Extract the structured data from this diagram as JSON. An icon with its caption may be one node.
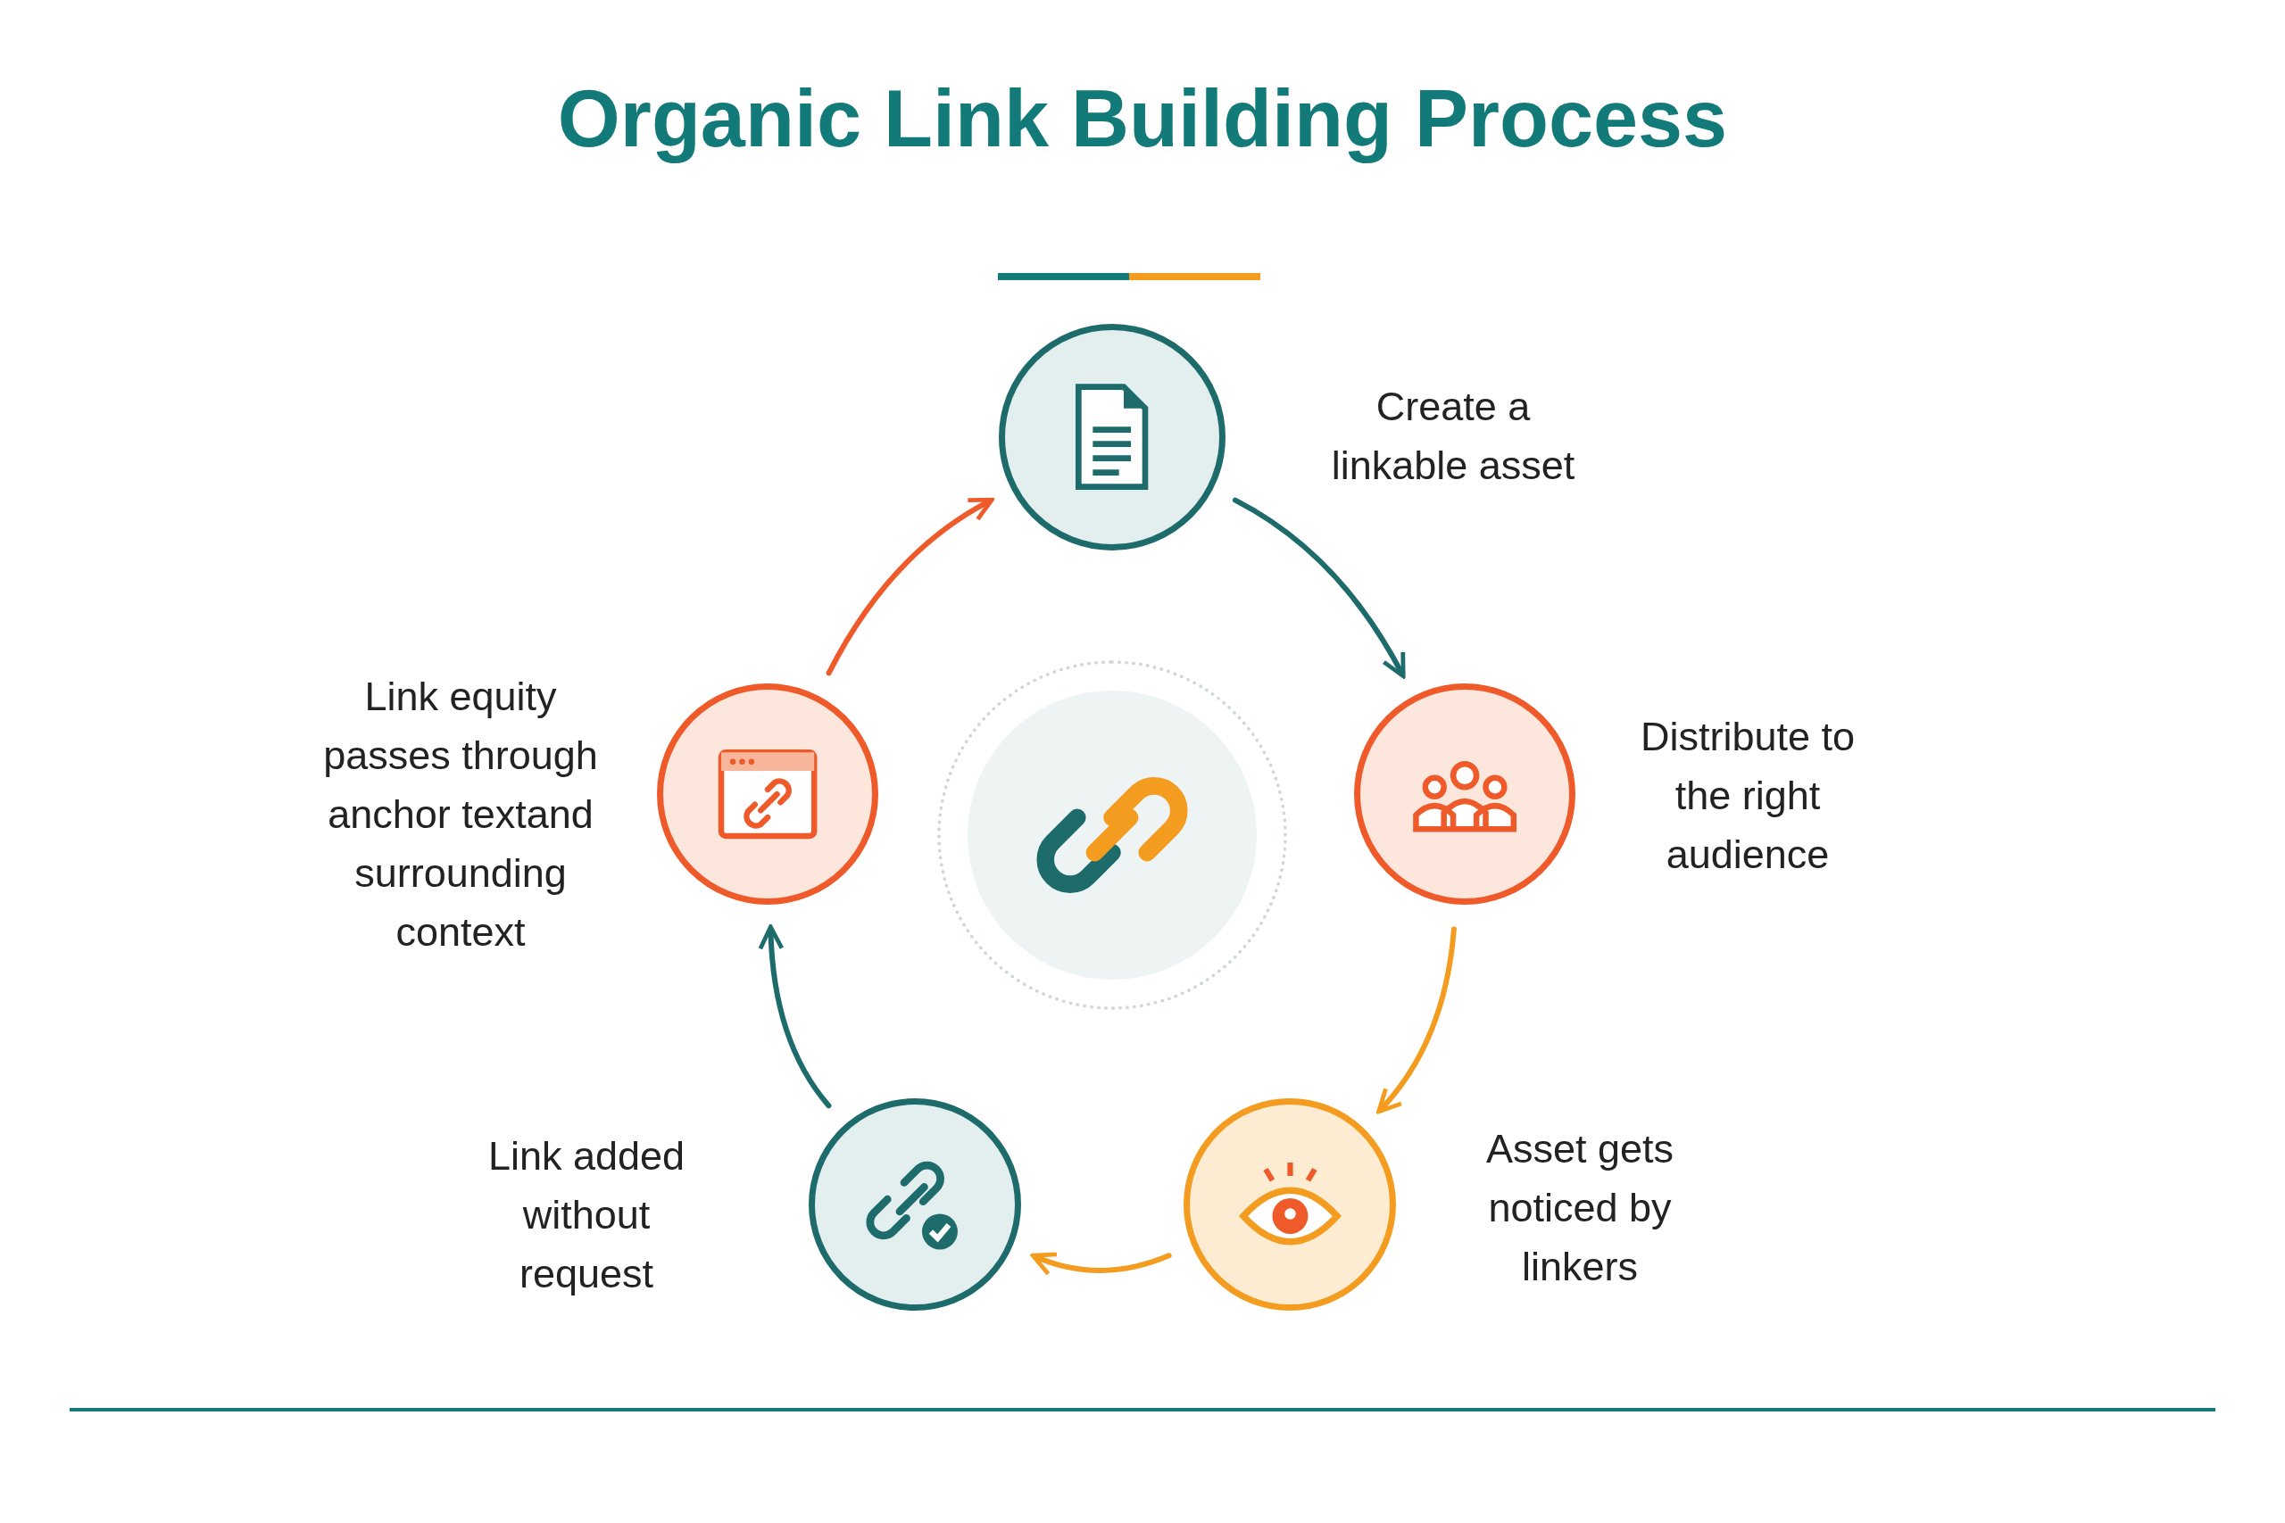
{
  "diagram": {
    "title": "Organic Link Building Process",
    "nodes": [
      {
        "text": [],
        "shape": "circle",
        "beside": [
          "Create a linkable asset"
        ]
      },
      {
        "text": [],
        "shape": "circle",
        "beside": [
          "Distribute to the right audience"
        ]
      },
      {
        "text": [],
        "shape": "circle",
        "beside": [
          "Asset gets noticed by linkers"
        ]
      },
      {
        "text": [],
        "shape": "circle",
        "beside": [
          "Link added without request"
        ]
      },
      {
        "text": [],
        "shape": "circle",
        "beside": [
          "Link equity passes through anchor textand surrounding context"
        ]
      },
      {
        "text": [],
        "shape": "circle"
      }
    ],
    "edges": [
      {
        "from": 0,
        "to": 1,
        "arrow": "to",
        "color": "#1e6b6b"
      },
      {
        "from": 1,
        "to": 2,
        "arrow": "to",
        "color": "#f39c1f"
      },
      {
        "from": 2,
        "to": 3,
        "arrow": "to",
        "color": "#f39c1f"
      },
      {
        "from": 3,
        "to": 4,
        "arrow": "to",
        "color": "#1e6b6b"
      },
      {
        "from": 4,
        "to": 0,
        "arrow": "to",
        "color": "#ef5a2a"
      }
    ]
  }
}
